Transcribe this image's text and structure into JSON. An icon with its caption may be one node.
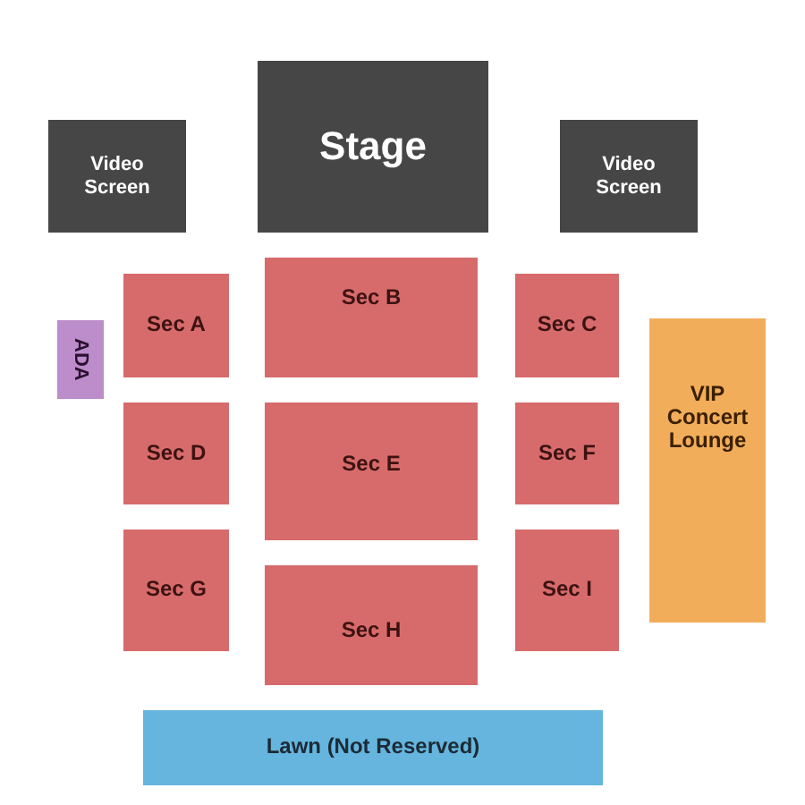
{
  "diagram": {
    "nodes": [
      {
        "text": [
          "Video Screen"
        ]
      },
      {
        "text": [
          "Stage"
        ]
      },
      {
        "text": [
          "Video Screen"
        ]
      },
      {
        "text": [
          "Sec A"
        ]
      },
      {
        "text": [
          "Sec B"
        ]
      },
      {
        "text": [
          "Sec C"
        ]
      },
      {
        "text": [
          "ADA"
        ]
      },
      {
        "text": [
          "VIP Concert Lounge"
        ]
      },
      {
        "text": [
          "Sec D"
        ]
      },
      {
        "text": [
          "Sec E"
        ]
      },
      {
        "text": [
          "Sec F"
        ]
      },
      {
        "text": [
          "Sec G"
        ]
      },
      {
        "text": [
          "Sec H"
        ]
      },
      {
        "text": [
          "Sec I"
        ]
      },
      {
        "text": [
          "Lawn (Not Reserved)"
        ]
      }
    ]
  }
}
